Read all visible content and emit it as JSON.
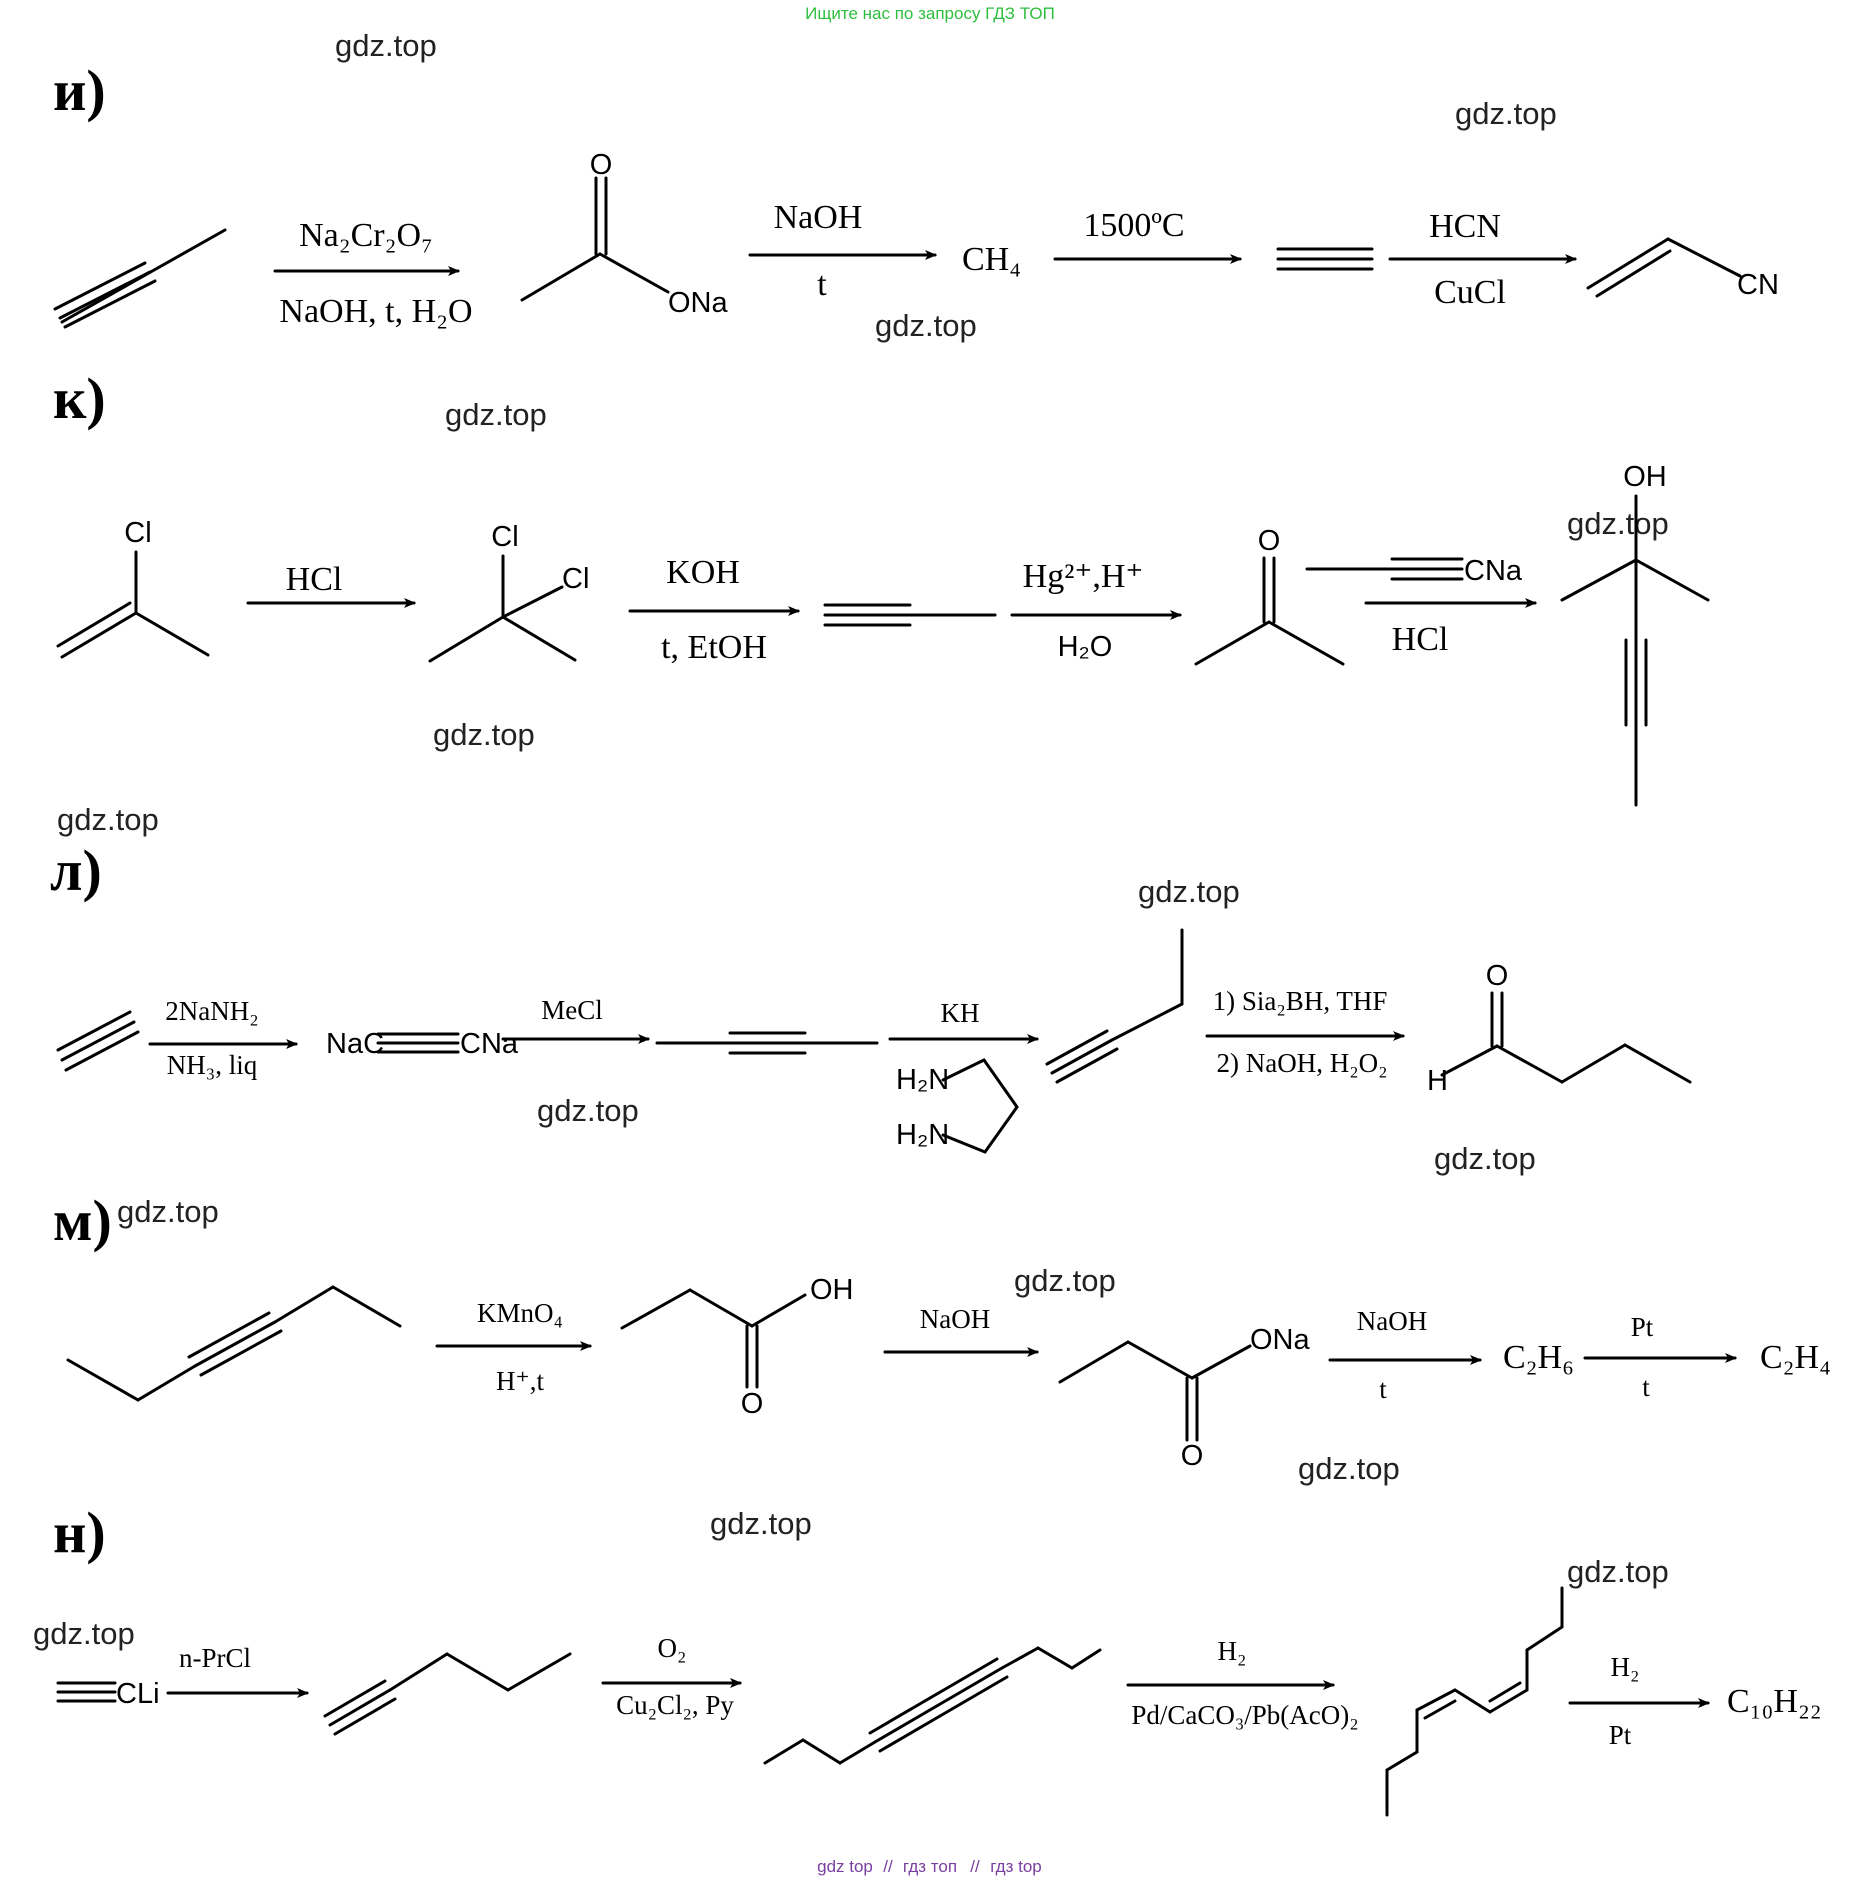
{
  "header_note": "Ищите нас по запросу ГДЗ ТОП",
  "footer_links": [
    "gdz top",
    "//",
    "гдз топ",
    "//",
    "гдз top"
  ],
  "watermark": "gdz.top",
  "colors": {
    "header": "#2fbf3f",
    "footer": "#7a3fa0",
    "ink": "#000000"
  },
  "sections": {
    "i": {
      "label": "и)",
      "r1_top": "Na₂Cr₂O₇",
      "r1_bottom": "NaOH, t, H₂O",
      "o": "O",
      "ona": "ONa",
      "r2_top": "NaOH",
      "r2_bottom": "t",
      "ch4": "CH₄",
      "r3_top": "1500ºC",
      "r4_top": "HCN",
      "r4_bottom": "CuCl",
      "cn": "CN"
    },
    "k": {
      "label": "к)",
      "cl1": "Cl",
      "r1_top": "HCl",
      "cl2": "Cl",
      "cl3": "Cl",
      "r2_top": "KOH",
      "r2_bottom": "t, EtOH",
      "r3_top": "Hg²⁺,H⁺",
      "r3_bottom": "H₂O",
      "o": "O",
      "cna": "CNa",
      "r4_bottom": "HCl",
      "oh": "OH"
    },
    "l": {
      "label": "л)",
      "r1_top": "2NaNH₂",
      "r1_bottom": "NH₃, liq",
      "nac": "NaC",
      "cna": "CNa",
      "r2_top": "MeCl",
      "r3_top": "KH",
      "h2n1": "H₂N",
      "h2n2": "H₂N",
      "r4_top": "1) Sia₂BH, THF",
      "r4_bottom": "2) NaOH, H₂O₂",
      "o": "O",
      "h": "H"
    },
    "m": {
      "label": "м)",
      "r1_top": "KMnO₄",
      "r1_bottom": "H⁺,t",
      "oh": "OH",
      "o1": "O",
      "r2_top": "NaOH",
      "ona": "ONa",
      "o2": "O",
      "r3_top": "NaOH",
      "r3_bottom": "t",
      "c2h6": "C₂H₆",
      "r4_top": "Pt",
      "r4_bottom": "t",
      "c2h4": "C₂H₄"
    },
    "n": {
      "label": "н)",
      "cli": "CLi",
      "r1_top": "n-PrCl",
      "r2_top": "O₂",
      "r2_bottom": "Cu₂Cl₂, Py",
      "r3_top": "H₂",
      "r3_bottom": "Pd/CaCO₃/Pb(AcO)₂",
      "r4_top": "H₂",
      "r4_bottom": "Pt",
      "c10h22": "C₁₀H₂₂"
    }
  }
}
